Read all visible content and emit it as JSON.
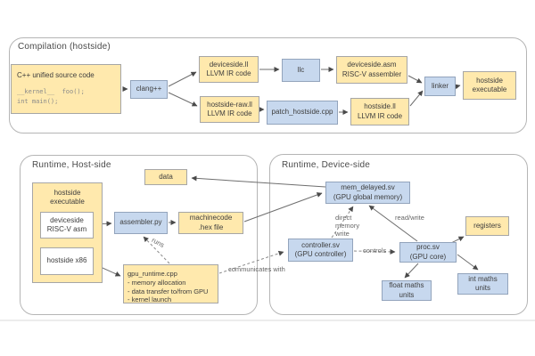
{
  "colors": {
    "yellow_fill": "#ffe9ad",
    "blue_fill": "#c7d8ee",
    "blue_stroke": "#93a4bc",
    "container_stroke": "#b5b5b5",
    "arrow": "#6e6e6e"
  },
  "sections": {
    "compilation": {
      "title": "Compilation (hostside)"
    },
    "runtime_host": {
      "title": "Runtime, Host-side"
    },
    "runtime_device": {
      "title": "Runtime, Device-side"
    }
  },
  "nodes": {
    "cpp_source": {
      "title": "C++ unified source code",
      "code": "__kernel__  foo();\nint main();"
    },
    "clang": {
      "label": "clang++"
    },
    "deviceside_ll": {
      "label": "deviceside.ll\nLLVM IR code"
    },
    "hostside_raw_ll": {
      "label": "hostside-raw.ll\nLLVM IR code"
    },
    "llc": {
      "label": "llc"
    },
    "deviceside_asm": {
      "label": "deviceside.asm\nRISC-V assembler"
    },
    "patch_hostside": {
      "label": "patch_hostside.cpp"
    },
    "hostside_ll": {
      "label": "hostside.ll\nLLVM IR code"
    },
    "linker": {
      "label": "linker"
    },
    "hostside_executable_compile": {
      "label": "hostside\nexecutable"
    },
    "hostside_executable_rt": {
      "label": "hostside\nexecutable"
    },
    "deviceside_riscv_asm": {
      "label": "deviceside\nRISC-V asm"
    },
    "hostside_x86": {
      "label": "hostside x86"
    },
    "data": {
      "label": "data"
    },
    "assembler": {
      "label": "assembler.py"
    },
    "machinecode": {
      "label": "machinecode\n.hex file"
    },
    "gpu_runtime": {
      "label": "gpu_runtime.cpp\n- memory allocation\n- data transfer to/from GPU\n- kernel launch"
    },
    "mem_delayed": {
      "label": "mem_delayed.sv\n(GPU global memory)"
    },
    "controller": {
      "label": "controller.sv\n(GPU controller)"
    },
    "proc": {
      "label": "proc.sv\n(GPU core)"
    },
    "registers": {
      "label": "registers"
    },
    "float_maths": {
      "label": "float maths\nunits"
    },
    "int_maths": {
      "label": "int maths\nunits"
    }
  },
  "edge_labels": {
    "runs": "runs",
    "communicates_with": "communicates with",
    "direct_memory_write": "direct\nmemory\nwrite",
    "read_write": "read/write",
    "controls": "controls"
  },
  "edges": [
    {
      "from": "cpp_source",
      "to": "clang",
      "style": "solid"
    },
    {
      "from": "clang",
      "to": "deviceside_ll",
      "style": "solid"
    },
    {
      "from": "clang",
      "to": "hostside_raw_ll",
      "style": "solid"
    },
    {
      "from": "deviceside_ll",
      "to": "llc",
      "style": "solid"
    },
    {
      "from": "llc",
      "to": "deviceside_asm",
      "style": "solid"
    },
    {
      "from": "deviceside_asm",
      "to": "linker",
      "style": "solid"
    },
    {
      "from": "hostside_raw_ll",
      "to": "patch_hostside",
      "style": "solid"
    },
    {
      "from": "patch_hostside",
      "to": "hostside_ll",
      "style": "solid"
    },
    {
      "from": "hostside_ll",
      "to": "linker",
      "style": "solid"
    },
    {
      "from": "linker",
      "to": "hostside_executable_compile",
      "style": "solid"
    },
    {
      "from": "deviceside_riscv_asm",
      "to": "assembler",
      "style": "solid"
    },
    {
      "from": "assembler",
      "to": "machinecode",
      "style": "solid"
    },
    {
      "from": "hostside_x86",
      "to": "gpu_runtime",
      "style": "solid"
    },
    {
      "from": "gpu_runtime",
      "to": "assembler",
      "style": "dashed",
      "label": "runs"
    },
    {
      "from": "gpu_runtime",
      "to": "controller",
      "style": "dashed",
      "label": "communicates with"
    },
    {
      "from": "machinecode",
      "to": "mem_delayed",
      "style": "solid"
    },
    {
      "from": "mem_delayed",
      "to": "data",
      "style": "solid"
    },
    {
      "from": "controller",
      "to": "mem_delayed",
      "style": "dashed",
      "label": "direct memory write"
    },
    {
      "from": "proc",
      "to": "mem_delayed",
      "style": "solid",
      "label": "read/write"
    },
    {
      "from": "controller",
      "to": "proc",
      "style": "dashed",
      "label": "controls"
    },
    {
      "from": "proc",
      "to": "registers",
      "style": "solid"
    },
    {
      "from": "proc",
      "to": "float_maths",
      "style": "solid"
    },
    {
      "from": "proc",
      "to": "int_maths",
      "style": "solid"
    }
  ]
}
